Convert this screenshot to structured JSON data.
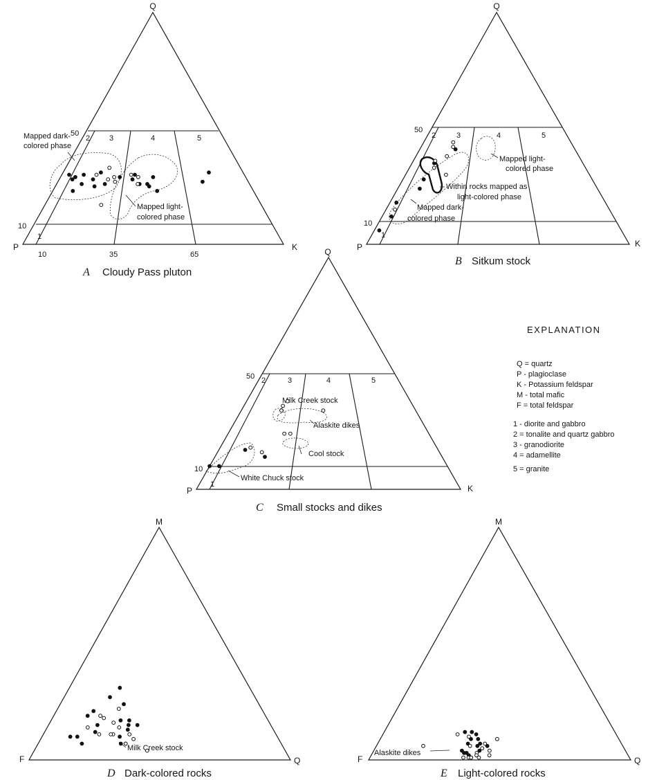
{
  "panels": {
    "A": {
      "letter": "A",
      "caption": "Cloudy Pass pluton",
      "vertices": {
        "top": "Q",
        "left": "P",
        "right": "K"
      },
      "left_ticks": [
        "50",
        "10"
      ],
      "bottom_ticks": [
        "10",
        "35",
        "65"
      ],
      "fields": [
        "1",
        "2",
        "3",
        "4",
        "5"
      ],
      "labels": {
        "dark": [
          "Mapped dark-",
          "colored phase"
        ],
        "light": [
          "Mapped light-",
          "colored phase"
        ]
      }
    },
    "B": {
      "letter": "B",
      "caption": "Sitkum stock",
      "vertices": {
        "top": "Q",
        "left": "P",
        "right": "K"
      },
      "left_ticks": [
        "50",
        "10"
      ],
      "fields": [
        "1",
        "2",
        "3",
        "4",
        "5"
      ],
      "labels": {
        "light": [
          "Mapped light-",
          "colored phase"
        ],
        "within": [
          "Within rocks mapped as",
          "light-colored phase"
        ],
        "dark": [
          "Mapped dark-",
          "colored phase"
        ]
      }
    },
    "C": {
      "letter": "C",
      "caption": "Small stocks and dikes",
      "vertices": {
        "top": "Q",
        "left": "P",
        "right": "K"
      },
      "left_ticks": [
        "50",
        "10"
      ],
      "fields": [
        "1",
        "2",
        "3",
        "4",
        "5"
      ],
      "labels": {
        "milk": "Milk Creek stock",
        "alaskite": "Alaskite dikes",
        "cool": "Cool stock",
        "white": "White Chuck stock"
      }
    },
    "D": {
      "letter": "D",
      "caption": "Dark-colored rocks",
      "vertices": {
        "top": "M",
        "left": "F",
        "right": "Q"
      },
      "labels": {
        "milk": "Milk Creek stock"
      }
    },
    "E": {
      "letter": "E",
      "caption": "Light-colored rocks",
      "vertices": {
        "top": "M",
        "left": "F",
        "right": "Q"
      },
      "labels": {
        "alaskite": "Alaskite dikes"
      }
    }
  },
  "explanation": {
    "title": "EXPLANATION",
    "minerals": [
      "Q = quartz",
      "P - plagioclase",
      "K - Potassium feldspar",
      "M - total mafic",
      "F = total feldspar"
    ],
    "rock_types": [
      "1 - diorite and gabbro",
      "2 = tonalite and quartz gabbro",
      "3 - granodiorite",
      "4 = adamellite",
      "5 = granite"
    ]
  },
  "chart_data": [
    {
      "type": "scatter",
      "title": "Cloudy Pass pluton",
      "ternary": true,
      "vertices": [
        "Q",
        "P",
        "K"
      ],
      "coordinates": "Q (percent quartz) vs K/(P+K) (percent)",
      "field_boundaries": {
        "Q": [
          50,
          10
        ],
        "K_ratio": [
          10,
          35,
          65
        ]
      },
      "series": [
        {
          "marker": "filled",
          "points": [
            [
              30,
              4
            ],
            [
              29,
              8
            ],
            [
              28,
              7
            ],
            [
              30,
              12
            ],
            [
              26,
              13
            ],
            [
              23,
              10
            ],
            [
              31,
              21
            ],
            [
              28,
              18
            ],
            [
              25,
              20
            ],
            [
              26,
              25
            ],
            [
              29,
              32
            ],
            [
              30,
              40
            ],
            [
              28,
              39
            ],
            [
              26,
              43
            ],
            [
              25,
              48
            ],
            [
              26,
              47
            ],
            [
              29,
              50
            ],
            [
              23,
              52
            ],
            [
              27,
              76
            ],
            [
              31,
              81
            ]
          ]
        },
        {
          "marker": "open",
          "points": [
            [
              33,
              25
            ],
            [
              30,
              19
            ],
            [
              28,
              26
            ],
            [
              29,
              29
            ],
            [
              27,
              30
            ],
            [
              30,
              38
            ],
            [
              29,
              42
            ],
            [
              26,
              42
            ],
            [
              17,
              26
            ]
          ]
        }
      ]
    },
    {
      "type": "scatter",
      "title": "Sitkum stock",
      "ternary": true,
      "vertices": [
        "Q",
        "P",
        "K"
      ],
      "coordinates": "Q (percent quartz) vs K/(P+K) (percent)",
      "field_boundaries": {
        "Q": [
          50,
          10
        ],
        "K_ratio": [
          10,
          35,
          65
        ]
      },
      "series": [
        {
          "marker": "filled",
          "points": [
            [
              6,
              2
            ],
            [
              18,
              3
            ],
            [
              12,
              4
            ],
            [
              35,
              13
            ],
            [
              28,
              11
            ],
            [
              24,
              11
            ],
            [
              41,
              23
            ]
          ]
        },
        {
          "marker": "open",
          "points": [
            [
              15,
              4
            ],
            [
              36,
              13
            ],
            [
              33,
              14
            ],
            [
              38,
              19
            ],
            [
              30,
              22
            ],
            [
              42,
              21
            ],
            [
              44,
              20
            ]
          ]
        }
      ]
    },
    {
      "type": "scatter",
      "title": "Small stocks and dikes",
      "ternary": true,
      "vertices": [
        "Q",
        "P",
        "K"
      ],
      "coordinates": "Q (percent quartz) vs K/(P+K) (percent)",
      "field_boundaries": {
        "Q": [
          50,
          10
        ],
        "K_ratio": [
          10,
          35,
          65
        ]
      },
      "series": [
        {
          "marker": "filled",
          "points": [
            [
              10,
              0
            ],
            [
              10,
              4
            ],
            [
              14,
              22
            ],
            [
              17,
              12
            ]
          ]
        },
        {
          "marker": "open",
          "points": [
            [
              16,
              20
            ],
            [
              18,
              14
            ],
            [
              36,
              23
            ],
            [
              38,
              25
            ],
            [
              34,
              23
            ],
            [
              34,
              47
            ],
            [
              24,
              28
            ],
            [
              24,
              31
            ]
          ]
        }
      ]
    },
    {
      "type": "scatter",
      "title": "Dark-colored rocks",
      "ternary": true,
      "vertices": [
        "M",
        "F",
        "Q"
      ],
      "coordinates": "M (percent total mafic) vs Q/(F+Q) (percent)",
      "series": [
        {
          "marker": "filled",
          "points": [
            [
              31,
              28
            ],
            [
              27,
              24
            ],
            [
              24,
              32
            ],
            [
              21,
              18
            ],
            [
              19,
              16
            ],
            [
              17,
              32
            ],
            [
              17,
              36
            ],
            [
              15,
              40
            ],
            [
              13,
              36
            ],
            [
              15,
              22
            ],
            [
              15,
              36
            ],
            [
              12,
              22
            ],
            [
              7,
              34
            ],
            [
              7,
              36
            ],
            [
              10,
              12
            ],
            [
              10,
              15
            ],
            [
              7,
              18
            ],
            [
              10,
              33
            ]
          ]
        },
        {
          "marker": "open",
          "points": [
            [
              22,
              30
            ],
            [
              18,
              24
            ],
            [
              19,
              22
            ],
            [
              16,
              29
            ],
            [
              14,
              18
            ],
            [
              14,
              32
            ],
            [
              11,
              24
            ],
            [
              11,
              30
            ],
            [
              11,
              29
            ],
            [
              11,
              37
            ],
            [
              9,
              39
            ],
            [
              7,
              36
            ],
            [
              4,
              45
            ]
          ]
        }
      ]
    },
    {
      "type": "scatter",
      "title": "Light-colored rocks",
      "ternary": true,
      "vertices": [
        "M",
        "F",
        "Q"
      ],
      "coordinates": "M (percent total mafic) vs Q/(F+Q) (percent)",
      "series": [
        {
          "marker": "filled",
          "points": [
            [
              12,
              35
            ],
            [
              12,
              38
            ],
            [
              11,
              40
            ],
            [
              9,
              41
            ],
            [
              9,
              38
            ],
            [
              7,
              37
            ],
            [
              7,
              42
            ],
            [
              6,
              41
            ],
            [
              6,
              45
            ],
            [
              4,
              42
            ],
            [
              4,
              35
            ],
            [
              3,
              36
            ],
            [
              3,
              37
            ],
            [
              2,
              38
            ],
            [
              1,
              39
            ]
          ]
        },
        {
          "marker": "open",
          "points": [
            [
              11,
              32
            ],
            [
              10,
              37
            ],
            [
              7,
              44
            ],
            [
              6,
              38
            ],
            [
              5,
              43
            ],
            [
              4,
              46
            ],
            [
              3,
              41
            ],
            [
              2,
              41
            ],
            [
              1,
              36
            ],
            [
              1,
              38
            ],
            [
              1,
              39
            ],
            [
              1,
              42
            ],
            [
              2,
              46
            ],
            [
              9,
              49
            ],
            [
              6,
              19
            ]
          ]
        }
      ]
    }
  ]
}
